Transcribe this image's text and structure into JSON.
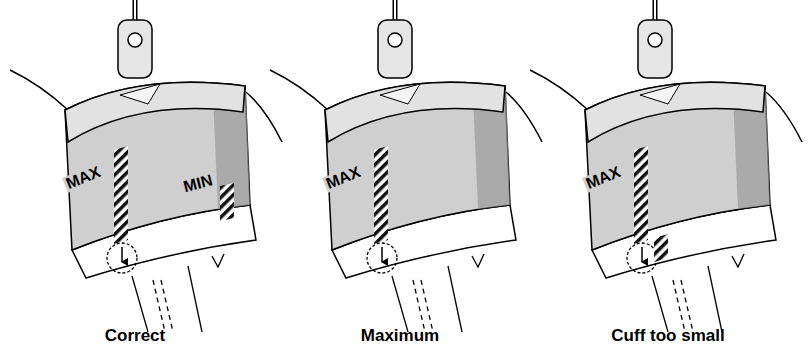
{
  "diagram": {
    "labels": [
      "MAX",
      "MIN",
      "MAX",
      "MAX",
      "Correct",
      "Maximum",
      "Cuff too small"
    ]
  }
}
